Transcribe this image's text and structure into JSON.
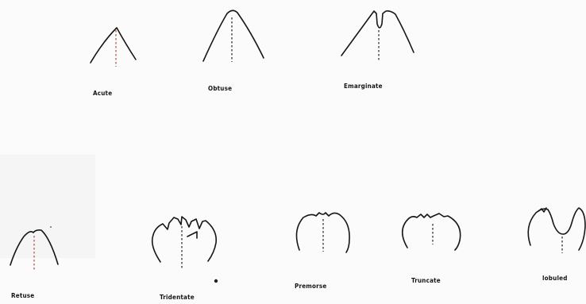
{
  "labels": {
    "acute": "Acute",
    "obtuse": "Obtuse",
    "emarginate": "Emarginate",
    "retuse": "Retuse",
    "tridentate": "Tridentate",
    "premorse": "Premorse",
    "truncate": "Truncate",
    "lobuled": "lobuled"
  },
  "colors": {
    "outline": "#161616",
    "midrib_acute": "#b24a3a",
    "midrib_retuse": "#b24a3a",
    "midrib_other": "#222222"
  }
}
